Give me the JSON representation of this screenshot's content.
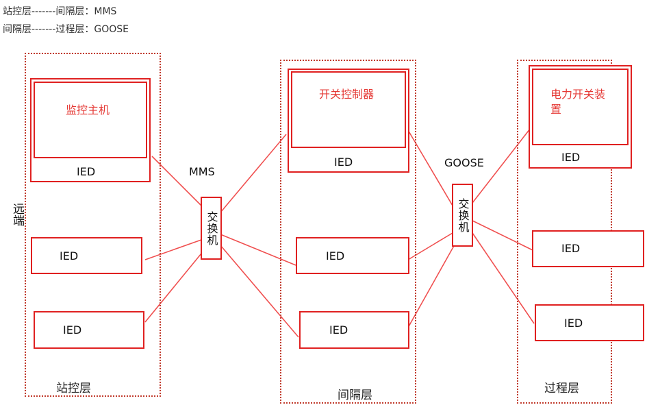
{
  "notes": {
    "line1": "站控层-------间隔层：MMS",
    "line2": "间隔层-------过程层：GOOSE"
  },
  "side_label": "远端",
  "zones": {
    "station": {
      "label": "站控层"
    },
    "bay": {
      "label": "间隔层"
    },
    "process": {
      "label": "过程层"
    }
  },
  "station_ieds": {
    "monitor_host": {
      "inner_label": "监控主机",
      "label": "IED"
    },
    "ied_2": {
      "label": "IED"
    },
    "ied_3": {
      "label": "IED"
    }
  },
  "bay_ieds": {
    "switch_controller": {
      "inner_label": "开关控制器",
      "label": "IED"
    },
    "ied_2": {
      "label": "IED"
    },
    "ied_3": {
      "label": "IED"
    }
  },
  "process_ieds": {
    "power_switchgear": {
      "inner_label": "电力开关装置",
      "label": "IED"
    },
    "ied_2": {
      "label": "IED"
    },
    "ied_3": {
      "label": "IED"
    }
  },
  "switches": {
    "mms_switch": {
      "label": "交换机",
      "protocol": "MMS"
    },
    "goose_switch": {
      "label": "交换机",
      "protocol": "GOOSE"
    }
  },
  "colors": {
    "accent": "#e02020",
    "line": "#f05050",
    "dotted": "#c0392b",
    "inner_text": "#e53935"
  }
}
